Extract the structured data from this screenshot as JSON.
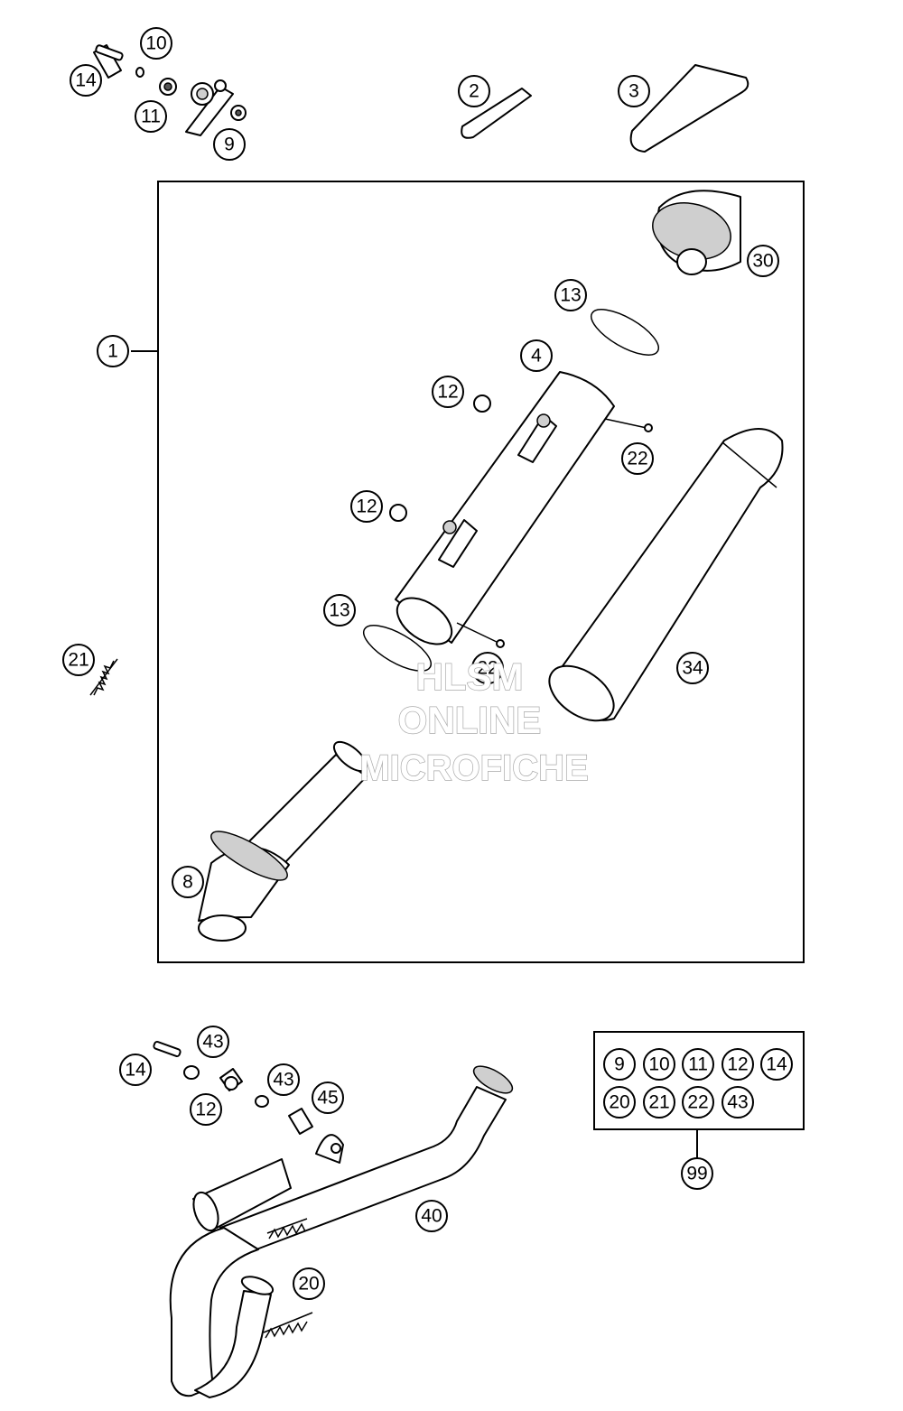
{
  "callouts": {
    "c1": "1",
    "c2": "2",
    "c3": "3",
    "c4": "4",
    "c8": "8",
    "c9": "9",
    "c10": "10",
    "c11": "11",
    "c12a": "12",
    "c12b": "12",
    "c12c": "12",
    "c13a": "13",
    "c13b": "13",
    "c14a": "14",
    "c14b": "14",
    "c20": "20",
    "c21": "21",
    "c22a": "22",
    "c22b": "22",
    "c30": "30",
    "c34": "34",
    "c40": "40",
    "c43a": "43",
    "c43b": "43",
    "c45": "45",
    "c99": "99"
  },
  "kit": {
    "row1": [
      "9",
      "10",
      "11",
      "12",
      "14"
    ],
    "row2": [
      "20",
      "21",
      "22",
      "43"
    ]
  },
  "watermark": {
    "line1": "HLSM",
    "line2": "ONLINE",
    "line3": "MICROFICHE"
  }
}
